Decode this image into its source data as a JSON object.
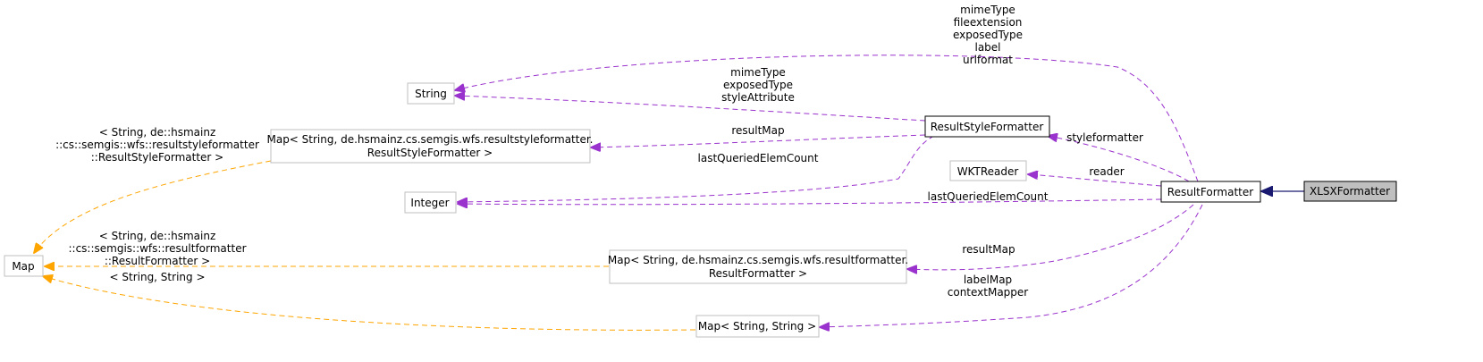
{
  "nodes": {
    "xlsx_formatter": "XLSXFormatter",
    "result_formatter": "ResultFormatter",
    "result_style_formatter": "ResultStyleFormatter",
    "string": "String",
    "integer": "Integer",
    "map": "Map",
    "wkt_reader": "WKTReader",
    "map_style_line1": "Map< String, de.hsmainz.cs.semgis.wfs.resultstyleformatter.",
    "map_style_line2": "ResultStyleFormatter >",
    "map_result_line1": "Map< String, de.hsmainz.cs.semgis.wfs.resultformatter.",
    "map_result_line2": "ResultFormatter >",
    "map_string_string": "Map< String, String >"
  },
  "edge_labels": {
    "rf_string": [
      "mimeType",
      "fileextension",
      "exposedType",
      "label",
      "urlformat"
    ],
    "rsf_string": [
      "mimeType",
      "exposedType",
      "styleAttribute"
    ],
    "rsf_mapstyle": "resultMap",
    "rsf_integer": "lastQueriedElemCount",
    "rf_rsf": "styleformatter",
    "rf_wktreader": "reader",
    "rf_integer": "lastQueriedElemCount",
    "rf_mapresult": "resultMap",
    "rf_mapstring": [
      "labelMap",
      "contextMapper"
    ],
    "mapstyle_map": [
      "< String, de::hsmainz",
      "::cs::semgis::wfs::resultstyleformatter",
      "::ResultStyleFormatter >"
    ],
    "mapresult_map": [
      "< String, de::hsmainz",
      "::cs::semgis::wfs::resultformatter",
      "::ResultFormatter >"
    ],
    "mapstring_map": "< String, String >"
  },
  "colors": {
    "usage_edge": "#9a32cd",
    "template_edge": "#ffa500",
    "inheritance_edge": "#191970",
    "focus_node_fill": "#bfbfbf",
    "grey_border": "#bfbfbf"
  }
}
